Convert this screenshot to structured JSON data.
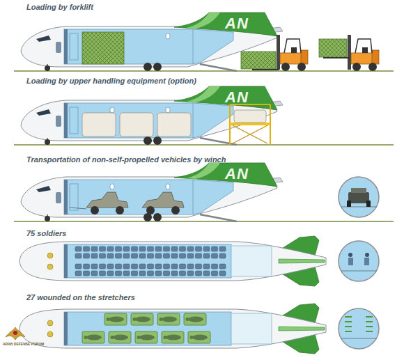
{
  "diagram": {
    "labels": [
      "Loading by forklift",
      "AN",
      "Loading by upper handling equipment (option)",
      "AN",
      "Transportation of non-self-propelled vehicles by winch",
      "AN",
      "75 soldiers",
      "27 wounded on the stretchers",
      "ARAB DEFENSE FORUM"
    ]
  }
}
